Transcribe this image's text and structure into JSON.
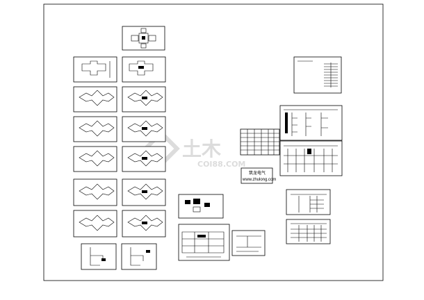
{
  "badge": {
    "line1": "筑龙电气",
    "line2": "www.zhulong.com"
  },
  "watermark": {
    "main": "土木",
    "sub": "COI88.COM"
  },
  "colors": {
    "ink": "#000000",
    "paper": "#ffffff",
    "watermark": "#d9d9d9"
  }
}
